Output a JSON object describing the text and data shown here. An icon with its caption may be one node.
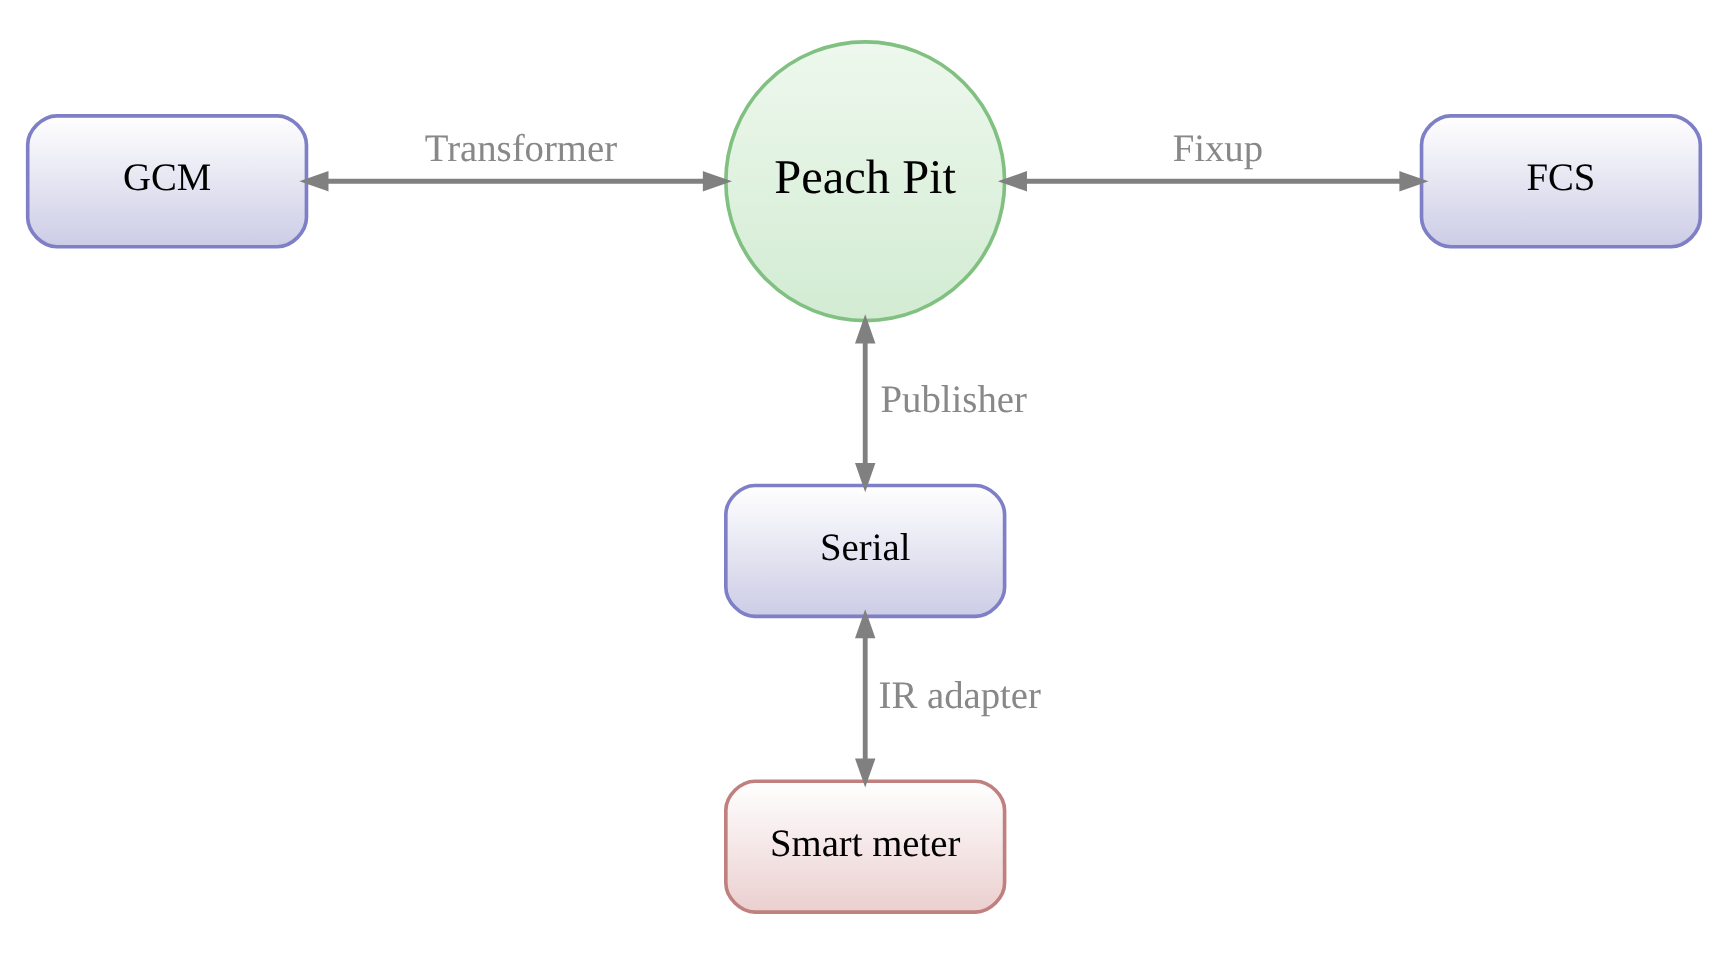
{
  "diagram": {
    "nodes": [
      {
        "text": [
          "GCM"
        ]
      },
      {
        "text": [
          "Peach Pit"
        ]
      },
      {
        "text": [
          "FCS"
        ]
      },
      {
        "text": [
          "Serial"
        ]
      },
      {
        "text": [
          "Smart meter"
        ]
      }
    ],
    "edges": [
      {
        "from": 0,
        "to": 1,
        "arrow": "both",
        "label": "Transformer"
      },
      {
        "from": 1,
        "to": 2,
        "arrow": "both",
        "label": "Fixup"
      },
      {
        "from": 1,
        "to": 3,
        "arrow": "both",
        "label": "Publisher"
      },
      {
        "from": 3,
        "to": 4,
        "arrow": "both",
        "label": "IR adapter"
      }
    ]
  }
}
